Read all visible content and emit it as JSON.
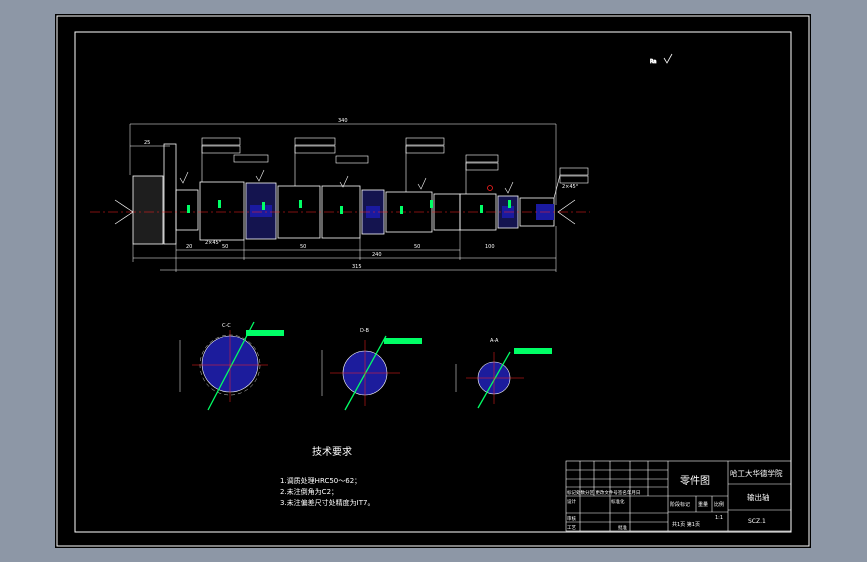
{
  "colors": {
    "background": "#8d97a6",
    "sheet": "#000000",
    "line": "#ffffff",
    "tolerance_box": "#00ff00",
    "shaft_fill": "#1a1aa0",
    "section_fill": "#1c1c9c",
    "center_line": "#ff2020",
    "annotation": "#ffff00",
    "hatch": "#00ff66"
  },
  "dimensions": {
    "total_length": "340",
    "overall_lower": "315",
    "span_lower": "240",
    "left_step": "25",
    "segments": [
      "20",
      "50",
      "50",
      "50",
      "100"
    ],
    "chamfers": [
      "2×45°",
      "2×45°"
    ]
  },
  "sections": {
    "cc": "C-C",
    "bb": "D-B",
    "aa": "A-A"
  },
  "tech": {
    "title": "技术要求",
    "items": [
      "1.调质处理HRC50～62；",
      "2.未注倒角为C2；",
      "3.未注偏差尺寸处精度为IT7。"
    ]
  },
  "titleblock": {
    "drawing_type": "零件图",
    "school": "哈工大华德学院",
    "part_name": "输出轴",
    "scale_label": "比例",
    "scale_value": "1:1",
    "stage_label": "阶段标记",
    "weight_label": "重量",
    "sheet_info": "共1页 第1页",
    "code": "SCZ.1",
    "header_row": "标记处数分区 更改文件号签名年月日",
    "row_design": "设计",
    "row_check": "审核",
    "row_process": "工艺",
    "row_std": "标准化",
    "row_approve": "批准"
  }
}
